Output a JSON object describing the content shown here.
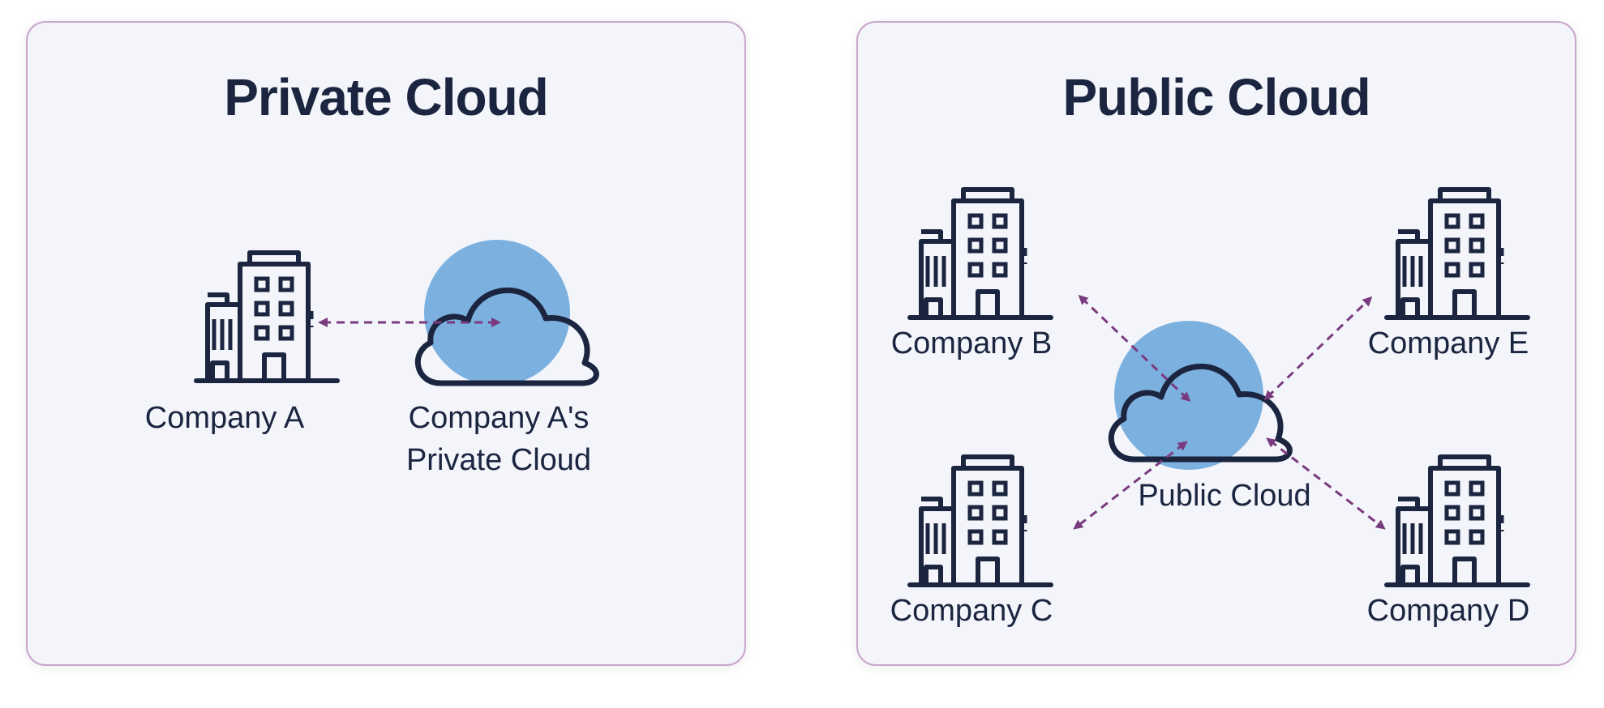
{
  "colors": {
    "ink": "#1b2540",
    "cloud_fill": "#7bb0df",
    "arrow": "#7a3a7e",
    "panel_bg": "#f3f5fa",
    "panel_border": "#c9a6cc"
  },
  "icons": [
    "building-icon",
    "cloud-icon",
    "double-arrow-icon"
  ],
  "private_panel": {
    "title": "Private Cloud",
    "company_label": "Company A",
    "cloud_label_line1": "Company A's",
    "cloud_label_line2": "Private Cloud"
  },
  "public_panel": {
    "title": "Public Cloud",
    "cloud_label": "Public Cloud",
    "companies": {
      "b": "Company B",
      "c": "Company C",
      "d": "Company D",
      "e": "Company E"
    }
  }
}
